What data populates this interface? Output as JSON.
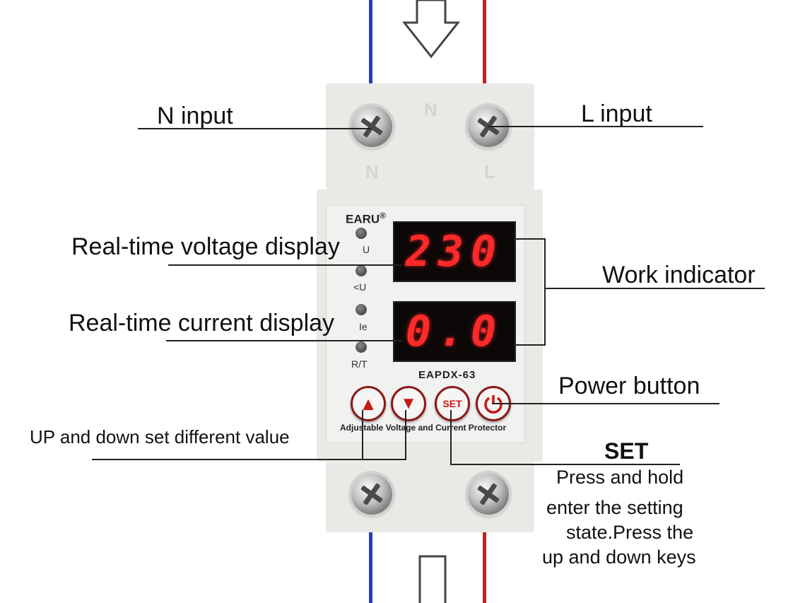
{
  "device": {
    "brand": "EARU",
    "brand_mark": "®",
    "model": "EAPDX-63",
    "tagline": "Adjustable Voltage and Current Protector",
    "terminal_top_left": "N",
    "terminal_top_right": "L",
    "voltage_reading": "230",
    "current_reading": "0.0",
    "led_labels": [
      "U",
      "<U",
      "Ie",
      "R/T"
    ],
    "buttons": {
      "up": "▲",
      "down": "▼",
      "set": "SET"
    }
  },
  "callouts": {
    "n_input": "N input",
    "l_input": "L input",
    "voltage_display": "Real-time voltage display",
    "current_display": "Real-time current display",
    "work_indicator": "Work indicator",
    "power_button": "Power button",
    "up_down": "UP and down set different value",
    "set_title": "SET",
    "set_desc": [
      "Press and hold",
      "enter the setting",
      "state.Press the",
      "up and down keys"
    ]
  },
  "colors": {
    "neutral_wire": "#1a3fd6",
    "live_wire": "#d41b1b",
    "display_red": "#ff2a2a"
  }
}
